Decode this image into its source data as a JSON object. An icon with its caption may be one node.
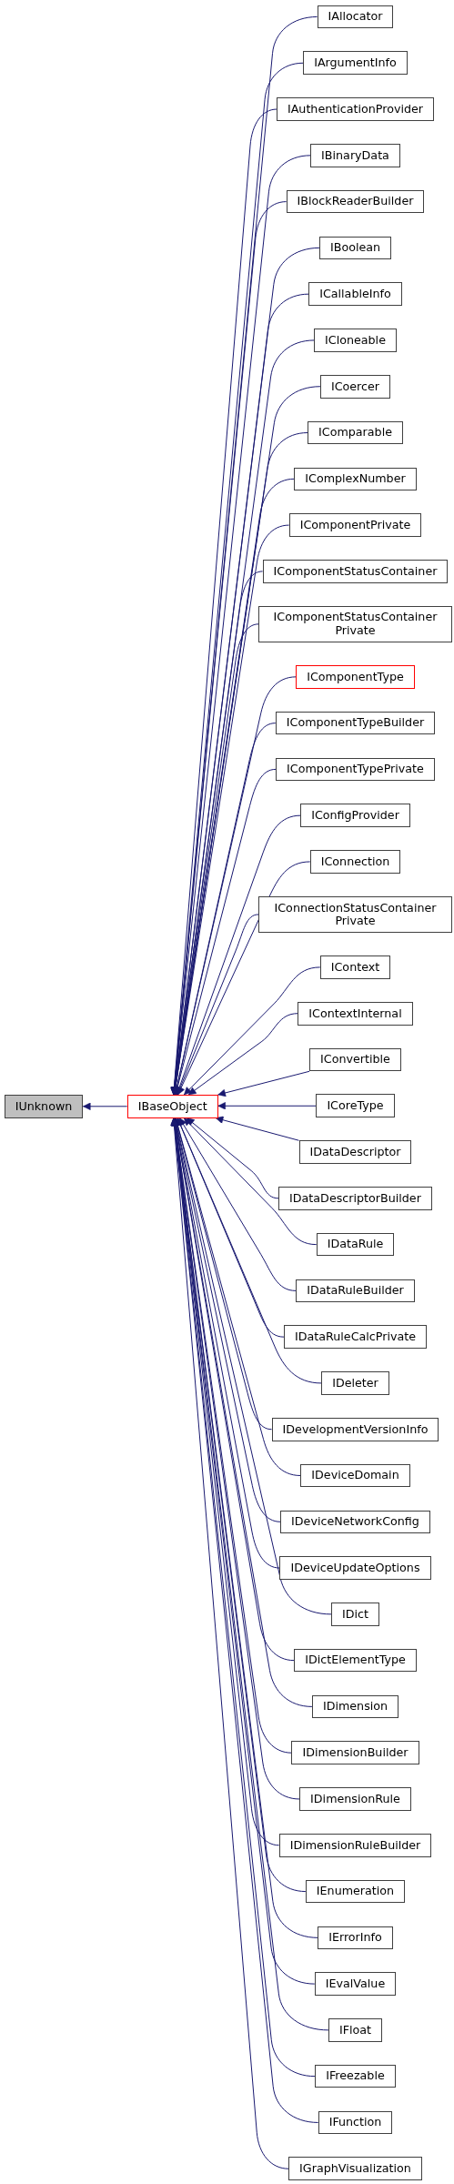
{
  "diagram": {
    "nodes": [
      {
        "text": [
          "IUnknown"
        ]
      },
      {
        "text": [
          "IBaseObject"
        ]
      },
      {
        "text": [
          "IAllocator"
        ]
      },
      {
        "text": [
          "IArgumentInfo"
        ]
      },
      {
        "text": [
          "IAuthenticationProvider"
        ]
      },
      {
        "text": [
          "IBinaryData"
        ]
      },
      {
        "text": [
          "IBlockReaderBuilder"
        ]
      },
      {
        "text": [
          "IBoolean"
        ]
      },
      {
        "text": [
          "ICallableInfo"
        ]
      },
      {
        "text": [
          "ICloneable"
        ]
      },
      {
        "text": [
          "ICoercer"
        ]
      },
      {
        "text": [
          "IComparable"
        ]
      },
      {
        "text": [
          "IComplexNumber"
        ]
      },
      {
        "text": [
          "IComponentPrivate"
        ]
      },
      {
        "text": [
          "IComponentStatusContainer"
        ]
      },
      {
        "text": [
          "IComponentStatusContainer Private"
        ]
      },
      {
        "text": [
          "IComponentType"
        ]
      },
      {
        "text": [
          "IComponentTypeBuilder"
        ]
      },
      {
        "text": [
          "IComponentTypePrivate"
        ]
      },
      {
        "text": [
          "IConfigProvider"
        ]
      },
      {
        "text": [
          "IConnection"
        ]
      },
      {
        "text": [
          "IConnectionStatusContainer Private"
        ]
      },
      {
        "text": [
          "IContext"
        ]
      },
      {
        "text": [
          "IContextInternal"
        ]
      },
      {
        "text": [
          "IConvertible"
        ]
      },
      {
        "text": [
          "ICoreType"
        ]
      },
      {
        "text": [
          "IDataDescriptor"
        ]
      },
      {
        "text": [
          "IDataDescriptorBuilder"
        ]
      },
      {
        "text": [
          "IDataRule"
        ]
      },
      {
        "text": [
          "IDataRuleBuilder"
        ]
      },
      {
        "text": [
          "IDataRuleCalcPrivate"
        ]
      },
      {
        "text": [
          "IDeleter"
        ]
      },
      {
        "text": [
          "IDevelopmentVersionInfo"
        ]
      },
      {
        "text": [
          "IDeviceDomain"
        ]
      },
      {
        "text": [
          "IDeviceNetworkConfig"
        ]
      },
      {
        "text": [
          "IDeviceUpdateOptions"
        ]
      },
      {
        "text": [
          "IDict"
        ]
      },
      {
        "text": [
          "IDictElementType"
        ]
      },
      {
        "text": [
          "IDimension"
        ]
      },
      {
        "text": [
          "IDimensionBuilder"
        ]
      },
      {
        "text": [
          "IDimensionRule"
        ]
      },
      {
        "text": [
          "IDimensionRuleBuilder"
        ]
      },
      {
        "text": [
          "IEnumeration"
        ]
      },
      {
        "text": [
          "IErrorInfo"
        ]
      },
      {
        "text": [
          "IEvalValue"
        ]
      },
      {
        "text": [
          "IFloat"
        ]
      },
      {
        "text": [
          "IFreezable"
        ]
      },
      {
        "text": [
          "IFunction"
        ]
      },
      {
        "text": [
          "IGraphVisualization"
        ]
      }
    ],
    "edges": [
      {
        "from": 1,
        "to": 0,
        "arrow": "to"
      },
      {
        "from": 2,
        "to": 1,
        "arrow": "to"
      },
      {
        "from": 3,
        "to": 1,
        "arrow": "to"
      },
      {
        "from": 4,
        "to": 1,
        "arrow": "to"
      },
      {
        "from": 5,
        "to": 1,
        "arrow": "to"
      },
      {
        "from": 6,
        "to": 1,
        "arrow": "to"
      },
      {
        "from": 7,
        "to": 1,
        "arrow": "to"
      },
      {
        "from": 8,
        "to": 1,
        "arrow": "to"
      },
      {
        "from": 9,
        "to": 1,
        "arrow": "to"
      },
      {
        "from": 10,
        "to": 1,
        "arrow": "to"
      },
      {
        "from": 11,
        "to": 1,
        "arrow": "to"
      },
      {
        "from": 12,
        "to": 1,
        "arrow": "to"
      },
      {
        "from": 13,
        "to": 1,
        "arrow": "to"
      },
      {
        "from": 14,
        "to": 1,
        "arrow": "to"
      },
      {
        "from": 15,
        "to": 1,
        "arrow": "to"
      },
      {
        "from": 16,
        "to": 1,
        "arrow": "to"
      },
      {
        "from": 17,
        "to": 1,
        "arrow": "to"
      },
      {
        "from": 18,
        "to": 1,
        "arrow": "to"
      },
      {
        "from": 19,
        "to": 1,
        "arrow": "to"
      },
      {
        "from": 20,
        "to": 1,
        "arrow": "to"
      },
      {
        "from": 21,
        "to": 1,
        "arrow": "to"
      },
      {
        "from": 22,
        "to": 1,
        "arrow": "to"
      },
      {
        "from": 23,
        "to": 1,
        "arrow": "to"
      },
      {
        "from": 24,
        "to": 1,
        "arrow": "to"
      },
      {
        "from": 25,
        "to": 1,
        "arrow": "to"
      },
      {
        "from": 26,
        "to": 1,
        "arrow": "to"
      },
      {
        "from": 27,
        "to": 1,
        "arrow": "to"
      },
      {
        "from": 28,
        "to": 1,
        "arrow": "to"
      },
      {
        "from": 29,
        "to": 1,
        "arrow": "to"
      },
      {
        "from": 30,
        "to": 1,
        "arrow": "to"
      },
      {
        "from": 31,
        "to": 1,
        "arrow": "to"
      },
      {
        "from": 32,
        "to": 1,
        "arrow": "to"
      },
      {
        "from": 33,
        "to": 1,
        "arrow": "to"
      },
      {
        "from": 34,
        "to": 1,
        "arrow": "to"
      },
      {
        "from": 35,
        "to": 1,
        "arrow": "to"
      },
      {
        "from": 36,
        "to": 1,
        "arrow": "to"
      },
      {
        "from": 37,
        "to": 1,
        "arrow": "to"
      },
      {
        "from": 38,
        "to": 1,
        "arrow": "to"
      },
      {
        "from": 39,
        "to": 1,
        "arrow": "to"
      },
      {
        "from": 40,
        "to": 1,
        "arrow": "to"
      },
      {
        "from": 41,
        "to": 1,
        "arrow": "to"
      },
      {
        "from": 42,
        "to": 1,
        "arrow": "to"
      },
      {
        "from": 43,
        "to": 1,
        "arrow": "to"
      },
      {
        "from": 44,
        "to": 1,
        "arrow": "to"
      },
      {
        "from": 45,
        "to": 1,
        "arrow": "to"
      },
      {
        "from": 46,
        "to": 1,
        "arrow": "to"
      },
      {
        "from": 47,
        "to": 1,
        "arrow": "to"
      },
      {
        "from": 48,
        "to": 1,
        "arrow": "to"
      }
    ]
  }
}
